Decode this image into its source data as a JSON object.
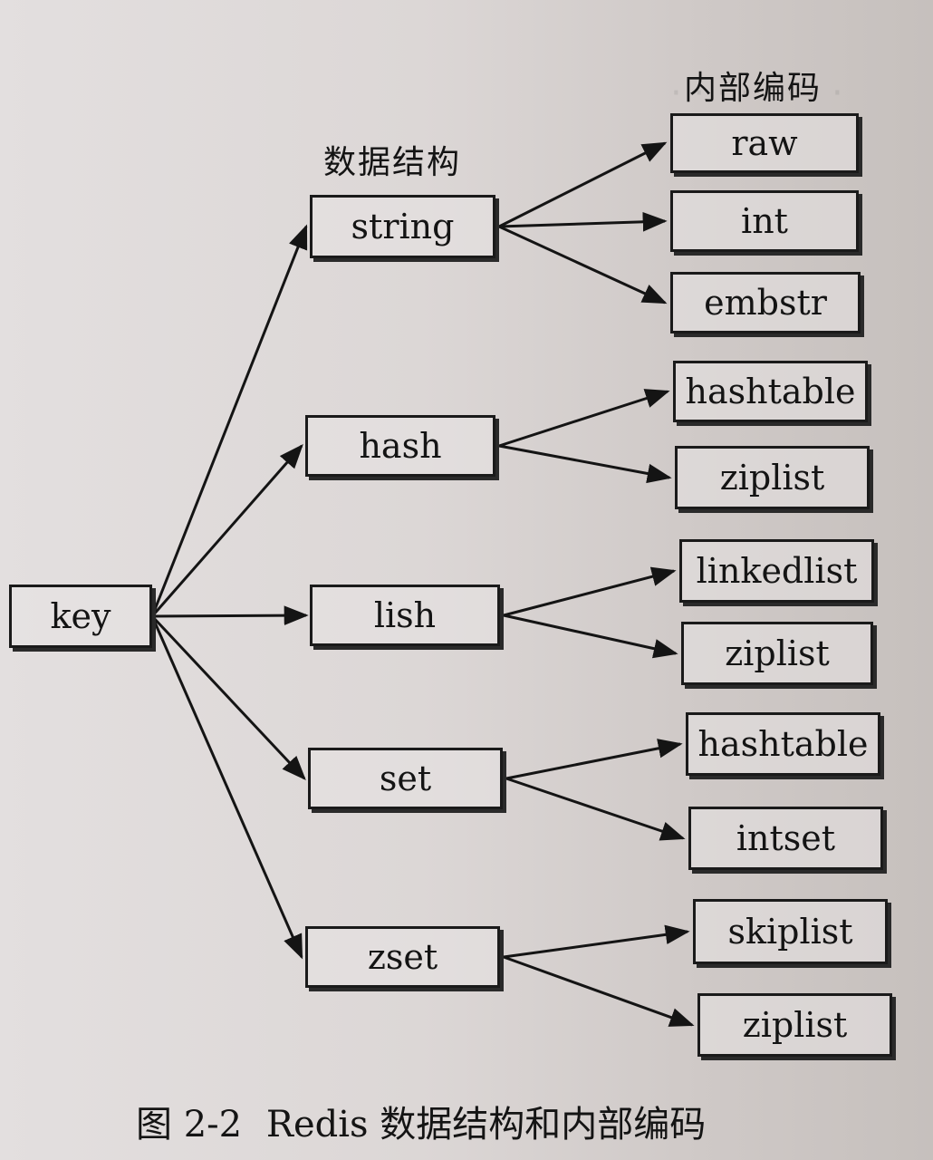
{
  "headers": {
    "data_structure": "数据结构",
    "internal_encoding": "内部编码"
  },
  "root": "key",
  "structures": [
    {
      "label": "string",
      "encodings": [
        "raw",
        "int",
        "embstr"
      ]
    },
    {
      "label": "hash",
      "encodings": [
        "hashtable",
        "ziplist"
      ]
    },
    {
      "label": "lish",
      "encodings": [
        "linkedlist",
        "ziplist"
      ]
    },
    {
      "label": "set",
      "encodings": [
        "hashtable",
        "intset"
      ]
    },
    {
      "label": "zset",
      "encodings": [
        "skiplist",
        "ziplist"
      ]
    }
  ],
  "caption": {
    "figure_number": "图 2-2",
    "title": "Redis 数据结构和内部编码"
  }
}
